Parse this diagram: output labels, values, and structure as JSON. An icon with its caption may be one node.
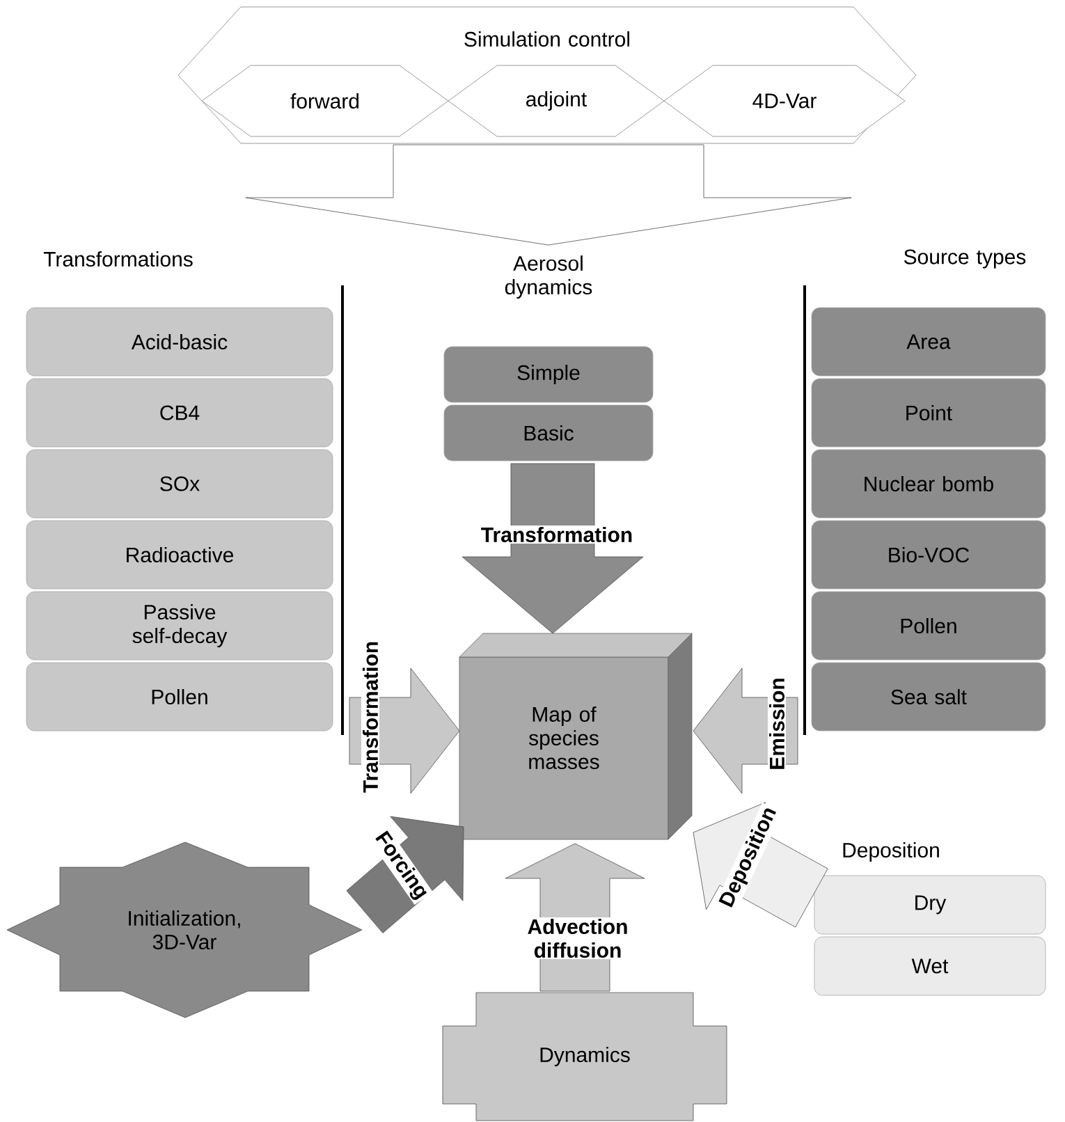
{
  "diagram": {
    "nodes": [
      {
        "text": [
          "Simulation control"
        ]
      },
      {
        "text": [
          "forward"
        ],
        "in": 0
      },
      {
        "text": [
          "adjoint"
        ],
        "in": 0
      },
      {
        "text": [
          "4D-Var"
        ],
        "in": 0
      },
      {
        "text": [
          "Transformations"
        ]
      },
      {
        "text": [
          "Acid-basic"
        ],
        "in": 4
      },
      {
        "text": [
          "CB4"
        ],
        "in": 4
      },
      {
        "text": [
          "SOx"
        ],
        "in": 4
      },
      {
        "text": [
          "Radioactive"
        ],
        "in": 4
      },
      {
        "text": [
          "Passive self-decay"
        ],
        "in": 4
      },
      {
        "text": [
          "Pollen"
        ],
        "in": 4
      },
      {
        "text": [
          "Aerosol dynamics"
        ]
      },
      {
        "text": [
          "Simple"
        ]
      },
      {
        "text": [
          "Basic"
        ]
      },
      {
        "text": [
          "Source types"
        ]
      },
      {
        "text": [
          "Area"
        ],
        "in": 14
      },
      {
        "text": [
          "Point"
        ],
        "in": 14
      },
      {
        "text": [
          "Nuclear bomb"
        ],
        "in": 14
      },
      {
        "text": [
          "Bio-VOC"
        ],
        "in": 14
      },
      {
        "text": [
          "Pollen"
        ],
        "in": 14
      },
      {
        "text": [
          "Sea salt"
        ],
        "in": 14
      },
      {
        "text": [
          "Map of species masses"
        ]
      },
      {
        "text": [
          "Initialization, 3D-Var"
        ]
      },
      {
        "text": [
          "Deposition"
        ]
      },
      {
        "text": [
          "Dry"
        ]
      },
      {
        "text": [
          "Wet"
        ]
      },
      {
        "text": [
          "Dynamics"
        ]
      }
    ],
    "edges": [
      {
        "from": 0,
        "to": 11,
        "arrow": "to",
        "color": "#ffffff"
      },
      {
        "from": 13,
        "to": 21,
        "arrow": "to",
        "label": "Transformation",
        "color": "#8c8c8c"
      },
      {
        "from": 4,
        "to": 21,
        "arrow": "to",
        "label": "Transformation"
      },
      {
        "from": 22,
        "to": 21,
        "arrow": "to",
        "label": "Forcing",
        "color": "#7a7a7a"
      },
      {
        "from": 14,
        "to": 21,
        "arrow": "to",
        "label": "Emission"
      },
      {
        "from": 24,
        "to": 21,
        "arrow": "to",
        "label": "Deposition",
        "color": "#eeeeee"
      },
      {
        "from": 26,
        "to": 21,
        "arrow": "to",
        "label": "Advection diffusion"
      }
    ]
  }
}
